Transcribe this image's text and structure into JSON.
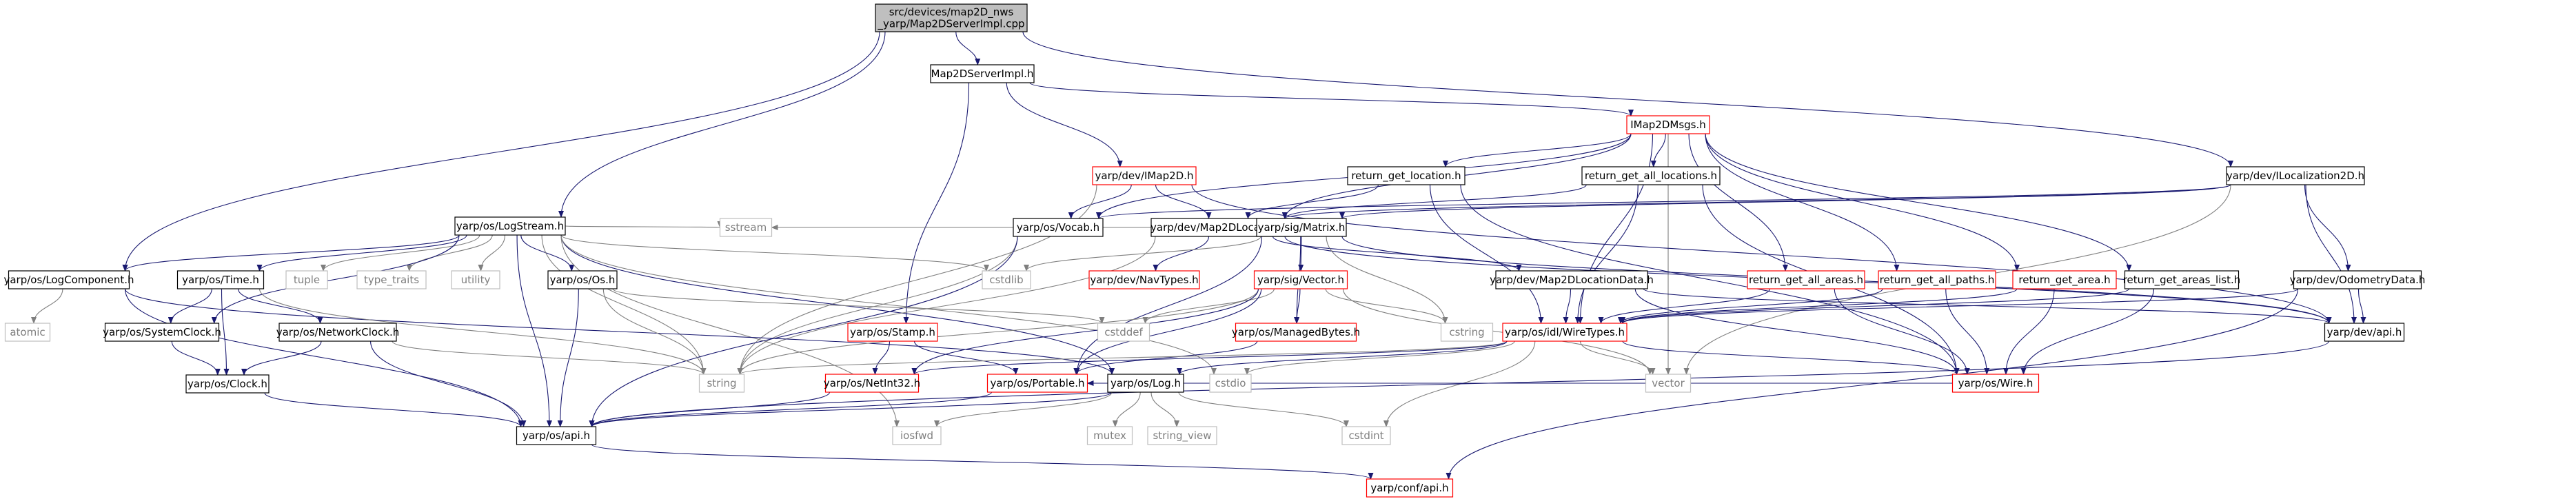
{
  "colors": {
    "background": "#ffffff",
    "root_fill": "#bfbfbf",
    "node_fill": "#ffffff",
    "node_border_black": "#000000",
    "node_border_red": "#ff0000",
    "node_border_gray": "#bfbfbf",
    "text_black": "#000000",
    "text_gray": "#7f7f7f",
    "edge_dark": "#191970",
    "edge_gray": "#7f7f7f",
    "edge_red": "#b22222"
  },
  "graph": {
    "nodes": [
      {
        "id": "root",
        "label": "src/devices/map2D_nws\n_yarp/Map2DServerImpl.cpp",
        "style": "root"
      },
      {
        "id": "impl_h",
        "label": "Map2DServerImpl.h",
        "style": "normal"
      },
      {
        "id": "imap2dmsgs",
        "label": "IMap2DMsgs.h",
        "style": "red"
      },
      {
        "id": "imap2d",
        "label": "yarp/dev/IMap2D.h",
        "style": "red"
      },
      {
        "id": "iloc2d",
        "label": "yarp/dev/ILocalization2D.h",
        "style": "normal"
      },
      {
        "id": "ret_loc",
        "label": "return_get_location.h",
        "style": "normal"
      },
      {
        "id": "ret_all_loc",
        "label": "return_get_all_locations.h",
        "style": "normal"
      },
      {
        "id": "logstream",
        "label": "yarp/os/LogStream.h",
        "style": "normal"
      },
      {
        "id": "vocab",
        "label": "yarp/os/Vocab.h",
        "style": "normal"
      },
      {
        "id": "map2dloc",
        "label": "yarp/dev/Map2DLocation.h",
        "style": "normal"
      },
      {
        "id": "matrix",
        "label": "yarp/sig/Matrix.h",
        "style": "normal"
      },
      {
        "id": "logcomp",
        "label": "yarp/os/LogComponent.h",
        "style": "normal"
      },
      {
        "id": "time",
        "label": "yarp/os/Time.h",
        "style": "normal"
      },
      {
        "id": "tuple",
        "label": "tuple",
        "style": "gray"
      },
      {
        "id": "type_traits",
        "label": "type_traits",
        "style": "gray"
      },
      {
        "id": "utility",
        "label": "utility",
        "style": "gray"
      },
      {
        "id": "os_h",
        "label": "yarp/os/Os.h",
        "style": "normal"
      },
      {
        "id": "sstream",
        "label": "sstream",
        "style": "gray"
      },
      {
        "id": "cstdlib",
        "label": "cstdlib",
        "style": "gray"
      },
      {
        "id": "navtypes",
        "label": "yarp/dev/NavTypes.h",
        "style": "red"
      },
      {
        "id": "vector_h",
        "label": "yarp/sig/Vector.h",
        "style": "red"
      },
      {
        "id": "map2dlocdata",
        "label": "yarp/dev/Map2DLocationData.h",
        "style": "normal"
      },
      {
        "id": "ret_all_areas",
        "label": "return_get_all_areas.h",
        "style": "red"
      },
      {
        "id": "ret_all_paths",
        "label": "return_get_all_paths.h",
        "style": "red"
      },
      {
        "id": "ret_area",
        "label": "return_get_area.h",
        "style": "red"
      },
      {
        "id": "ret_areas_list",
        "label": "return_get_areas_list.h",
        "style": "normal"
      },
      {
        "id": "odometry",
        "label": "yarp/dev/OdometryData.h",
        "style": "normal"
      },
      {
        "id": "atomic",
        "label": "atomic",
        "style": "gray"
      },
      {
        "id": "sysclock",
        "label": "yarp/os/SystemClock.h",
        "style": "normal"
      },
      {
        "id": "netclock",
        "label": "yarp/os/NetworkClock.h",
        "style": "normal"
      },
      {
        "id": "stamp",
        "label": "yarp/os/Stamp.h",
        "style": "red"
      },
      {
        "id": "cstddef",
        "label": "cstddef",
        "style": "gray"
      },
      {
        "id": "managedbytes",
        "label": "yarp/os/ManagedBytes.h",
        "style": "red"
      },
      {
        "id": "cstring",
        "label": "cstring",
        "style": "gray"
      },
      {
        "id": "wiretypes",
        "label": "yarp/os/idl/WireTypes.h",
        "style": "red"
      },
      {
        "id": "dev_api",
        "label": "yarp/dev/api.h",
        "style": "normal"
      },
      {
        "id": "clock",
        "label": "yarp/os/Clock.h",
        "style": "normal"
      },
      {
        "id": "string",
        "label": "string",
        "style": "gray"
      },
      {
        "id": "netint32",
        "label": "yarp/os/NetInt32.h",
        "style": "red"
      },
      {
        "id": "portable",
        "label": "yarp/os/Portable.h",
        "style": "red"
      },
      {
        "id": "log_h",
        "label": "yarp/os/Log.h",
        "style": "normal"
      },
      {
        "id": "cstdio",
        "label": "cstdio",
        "style": "gray"
      },
      {
        "id": "vector",
        "label": "vector",
        "style": "gray"
      },
      {
        "id": "wire",
        "label": "yarp/os/Wire.h",
        "style": "red"
      },
      {
        "id": "os_api",
        "label": "yarp/os/api.h",
        "style": "normal"
      },
      {
        "id": "iosfwd",
        "label": "iosfwd",
        "style": "gray"
      },
      {
        "id": "mutex",
        "label": "mutex",
        "style": "gray"
      },
      {
        "id": "string_view",
        "label": "string_view",
        "style": "gray"
      },
      {
        "id": "cstdint",
        "label": "cstdint",
        "style": "gray"
      },
      {
        "id": "conf_api",
        "label": "yarp/conf/api.h",
        "style": "red"
      }
    ],
    "edges": [
      [
        "root",
        "impl_h"
      ],
      [
        "root",
        "logstream"
      ],
      [
        "root",
        "logcomp"
      ],
      [
        "root",
        "iloc2d"
      ],
      [
        "impl_h",
        "imap2dmsgs"
      ],
      [
        "impl_h",
        "imap2d"
      ],
      [
        "impl_h",
        "stamp"
      ],
      [
        "imap2dmsgs",
        "ret_loc"
      ],
      [
        "imap2dmsgs",
        "ret_all_loc"
      ],
      [
        "imap2dmsgs",
        "map2dloc"
      ],
      [
        "imap2dmsgs",
        "wiretypes"
      ],
      [
        "imap2dmsgs",
        "ret_all_areas"
      ],
      [
        "imap2dmsgs",
        "ret_all_paths"
      ],
      [
        "imap2dmsgs",
        "ret_area"
      ],
      [
        "imap2dmsgs",
        "ret_areas_list"
      ],
      [
        "imap2dmsgs",
        "vocab"
      ],
      [
        "imap2dmsgs",
        "vector"
      ],
      [
        "imap2d",
        "vocab"
      ],
      [
        "imap2d",
        "map2dloc"
      ],
      [
        "imap2d",
        "string"
      ],
      [
        "imap2d",
        "dev_api"
      ],
      [
        "iloc2d",
        "map2dloc"
      ],
      [
        "iloc2d",
        "odometry"
      ],
      [
        "iloc2d",
        "matrix"
      ],
      [
        "iloc2d",
        "dev_api"
      ],
      [
        "iloc2d",
        "vector"
      ],
      [
        "iloc2d",
        "vocab"
      ],
      [
        "ret_loc",
        "map2dloc"
      ],
      [
        "ret_loc",
        "wiretypes"
      ],
      [
        "ret_loc",
        "wire"
      ],
      [
        "ret_all_loc",
        "map2dloc"
      ],
      [
        "ret_all_loc",
        "wiretypes"
      ],
      [
        "ret_all_loc",
        "wire"
      ],
      [
        "logstream",
        "logcomp"
      ],
      [
        "logstream",
        "time"
      ],
      [
        "logstream",
        "tuple"
      ],
      [
        "logstream",
        "type_traits"
      ],
      [
        "logstream",
        "utility"
      ],
      [
        "logstream",
        "os_h"
      ],
      [
        "logstream",
        "sstream"
      ],
      [
        "logstream",
        "cstdlib"
      ],
      [
        "logstream",
        "sysclock"
      ],
      [
        "logstream",
        "log_h"
      ],
      [
        "logstream",
        "string"
      ],
      [
        "logstream",
        "os_api"
      ],
      [
        "logstream",
        "iosfwd"
      ],
      [
        "logstream",
        "cstdio"
      ],
      [
        "vocab",
        "string"
      ],
      [
        "vocab",
        "os_api"
      ],
      [
        "map2dloc",
        "navtypes"
      ],
      [
        "map2dloc",
        "map2dlocdata"
      ],
      [
        "map2dloc",
        "string"
      ],
      [
        "map2dloc",
        "sstream"
      ],
      [
        "map2dloc",
        "dev_api"
      ],
      [
        "matrix",
        "vector_h"
      ],
      [
        "matrix",
        "managedbytes"
      ],
      [
        "matrix",
        "cstring"
      ],
      [
        "matrix",
        "cstdlib"
      ],
      [
        "matrix",
        "portable"
      ],
      [
        "matrix",
        "dev_api"
      ],
      [
        "logcomp",
        "atomic"
      ],
      [
        "logcomp",
        "log_h"
      ],
      [
        "logcomp",
        "os_api"
      ],
      [
        "time",
        "sysclock"
      ],
      [
        "time",
        "netclock"
      ],
      [
        "time",
        "clock"
      ],
      [
        "time",
        "string"
      ],
      [
        "os_h",
        "string"
      ],
      [
        "os_h",
        "os_api"
      ],
      [
        "os_h",
        "cstddef"
      ],
      [
        "vector_h",
        "cstddef"
      ],
      [
        "vector_h",
        "cstring"
      ],
      [
        "vector_h",
        "string"
      ],
      [
        "vector_h",
        "vector"
      ],
      [
        "vector_h",
        "managedbytes"
      ],
      [
        "vector_h",
        "portable"
      ],
      [
        "vector_h",
        "netint32"
      ],
      [
        "map2dlocdata",
        "wiretypes"
      ],
      [
        "map2dlocdata",
        "wire"
      ],
      [
        "map2dlocdata",
        "dev_api"
      ],
      [
        "ret_all_areas",
        "wiretypes"
      ],
      [
        "ret_all_areas",
        "wire"
      ],
      [
        "ret_all_paths",
        "wiretypes"
      ],
      [
        "ret_all_paths",
        "wire"
      ],
      [
        "ret_area",
        "wiretypes"
      ],
      [
        "ret_area",
        "wire"
      ],
      [
        "ret_areas_list",
        "wiretypes"
      ],
      [
        "ret_areas_list",
        "wire"
      ],
      [
        "odometry",
        "wiretypes"
      ],
      [
        "odometry",
        "dev_api"
      ],
      [
        "odometry",
        "conf_api"
      ],
      [
        "sysclock",
        "clock"
      ],
      [
        "netclock",
        "clock"
      ],
      [
        "netclock",
        "os_api"
      ],
      [
        "netclock",
        "string"
      ],
      [
        "clock",
        "os_api"
      ],
      [
        "stamp",
        "netint32"
      ],
      [
        "stamp",
        "portable"
      ],
      [
        "managedbytes",
        "portable"
      ],
      [
        "wiretypes",
        "string"
      ],
      [
        "wiretypes",
        "vector"
      ],
      [
        "wiretypes",
        "wire"
      ],
      [
        "wiretypes",
        "netint32"
      ],
      [
        "wiretypes",
        "log_h"
      ],
      [
        "wiretypes",
        "cstdio"
      ],
      [
        "wiretypes",
        "cstdint"
      ],
      [
        "dev_api",
        "os_api"
      ],
      [
        "netint32",
        "os_api"
      ],
      [
        "portable",
        "os_api"
      ],
      [
        "log_h",
        "os_api"
      ],
      [
        "log_h",
        "iosfwd"
      ],
      [
        "log_h",
        "mutex"
      ],
      [
        "log_h",
        "string_view"
      ],
      [
        "log_h",
        "cstdint"
      ],
      [
        "wire",
        "portable"
      ],
      [
        "os_api",
        "conf_api"
      ]
    ]
  }
}
